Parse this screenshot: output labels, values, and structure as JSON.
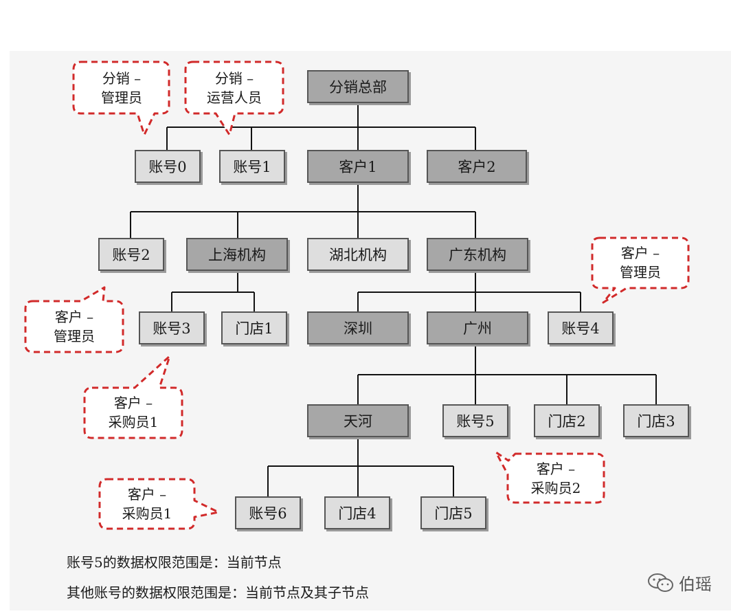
{
  "nodes": {
    "root": "分销总部",
    "acct0": "账号0",
    "acct1": "账号1",
    "cust1": "客户1",
    "cust2": "客户2",
    "acct2": "账号2",
    "shanghai": "上海机构",
    "hubei": "湖北机构",
    "guangdong": "广东机构",
    "acct3": "账号3",
    "store1": "门店1",
    "shenzhen": "深圳",
    "guangzhou": "广州",
    "acct4": "账号4",
    "tianhe": "天河",
    "acct5": "账号5",
    "store2": "门店2",
    "store3": "门店3",
    "acct6": "账号6",
    "store4": "门店4",
    "store5": "门店5"
  },
  "callouts": {
    "c1": [
      "分销 –",
      "管理员"
    ],
    "c2": [
      "分销 –",
      "运营人员"
    ],
    "c3": [
      "客户 –",
      "管理员"
    ],
    "c4": [
      "客户 –",
      "管理员"
    ],
    "c5": [
      "客户 –",
      "采购员1"
    ],
    "c6": [
      "客户 –",
      "采购员1"
    ],
    "c7": [
      "客户 –",
      "采购员2"
    ]
  },
  "notes": {
    "line1": "账号5的数据权限范围是：当前节点",
    "line2": "其他账号的数据权限范围是：当前节点及其子节点"
  },
  "watermark": "伯瑶",
  "colors": {
    "dark_box": "#a7a7a7",
    "light_box": "#dedede",
    "callout_border": "#d12a2a"
  }
}
